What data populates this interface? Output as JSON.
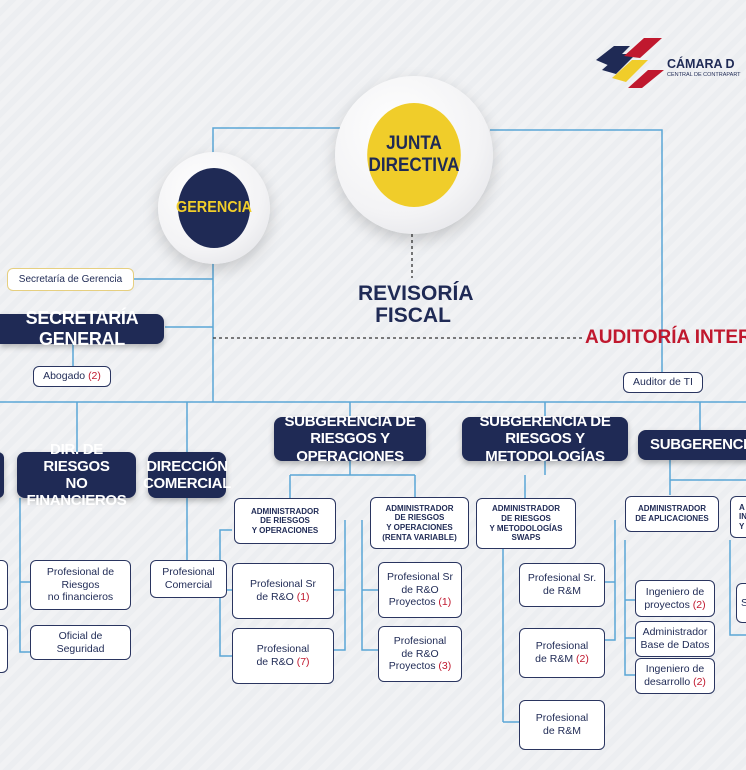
{
  "logo": {
    "title": "CÁMARA D",
    "subtitle": "CENTRAL DE CONTRAPART"
  },
  "junta": {
    "line1": "JUNTA",
    "line2": "DIRECTIVA"
  },
  "gerencia": "GERENCIA",
  "secretaria_gerencia": "Secretaría de Gerencia",
  "revisoria": {
    "line1": "REVISORÍA",
    "line2": "FISCAL"
  },
  "secretaria_general": "SECRETARÍA GENERAL",
  "abogado": {
    "label": "Abogado",
    "count": "(2)"
  },
  "auditoria_interna": "AUDITORÍA INTERNA",
  "auditor_ti": "Auditor de TI",
  "dir_riesgos_nf": {
    "line1": "DIR. DE RIESGOS",
    "line2": "NO FINANCIEROS"
  },
  "direccion_comercial": {
    "line1": "DIRECCIÓN",
    "line2": "COMERCIAL"
  },
  "sub_ro": {
    "line1": "SUBGERENCIA DE",
    "line2": "RIESGOS Y OPERACIONES"
  },
  "sub_rm": {
    "line1": "SUBGERENCIA DE",
    "line2": "RIESGOS Y METODOLOGÍAS"
  },
  "sub_t": {
    "line1": "SUBGERENCIA DE"
  },
  "prof_riesgos_nf": {
    "line1": "Profesional de",
    "line2": "Riesgos",
    "line3": "no financieros"
  },
  "oficial_seguridad": {
    "line1": "Oficial de",
    "line2": "Seguridad"
  },
  "prof_comercial": {
    "line1": "Profesional",
    "line2": "Comercial"
  },
  "admin_ro": {
    "line1": "ADMINISTRADOR",
    "line2": "DE RIESGOS",
    "line3": "Y OPERACIONES"
  },
  "admin_ro_rv": {
    "line1": "ADMINISTRADOR",
    "line2": "DE RIESGOS",
    "line3": "Y OPERACIONES",
    "line4": "(RENTA VARIABLE)"
  },
  "prof_sr_ro": {
    "line1": "Profesional Sr",
    "line2": "de R&O",
    "count": "(1)"
  },
  "prof_ro": {
    "line1": "Profesional",
    "line2": "de R&O",
    "count": "(7)"
  },
  "prof_sr_ro_proy": {
    "line1": "Profesional Sr",
    "line2": "de R&O",
    "line3": "Proyectos",
    "count": "(1)"
  },
  "prof_ro_proy": {
    "line1": "Profesional",
    "line2": "de R&O",
    "line3": "Proyectos",
    "count": "(3)"
  },
  "admin_rm": {
    "line1": "ADMINISTRADOR",
    "line2": "DE RIESGOS",
    "line3": "Y METODOLOGÍAS",
    "line4": "SWAPS"
  },
  "prof_sr_rm": {
    "line1": "Profesional Sr.",
    "line2": "de R&M"
  },
  "prof_rm_2": {
    "line1": "Profesional",
    "line2": "de R&M",
    "count": "(2)"
  },
  "prof_rm": {
    "line1": "Profesional",
    "line2": "de R&M"
  },
  "admin_apps": {
    "line1": "ADMINISTRADOR",
    "line2": "DE APLICACIONES"
  },
  "admin_partial": {
    "line1": "A",
    "line2": "IN",
    "line3": "Y"
  },
  "ing_proyectos": {
    "line1": "Ingeniero de",
    "line2": "proyectos",
    "count": "(2)"
  },
  "admin_bd": {
    "line1": "Administrador",
    "line2": "Base de Datos"
  },
  "ing_desarrollo": {
    "line1": "Ingeniero de",
    "line2": "desarrollo",
    "count": "(2)"
  },
  "partial_s": "S",
  "colors": {
    "navy": "#1f2a55",
    "yellow": "#f0cd2a",
    "red": "#c0182e",
    "line": "#5aa6d6"
  }
}
